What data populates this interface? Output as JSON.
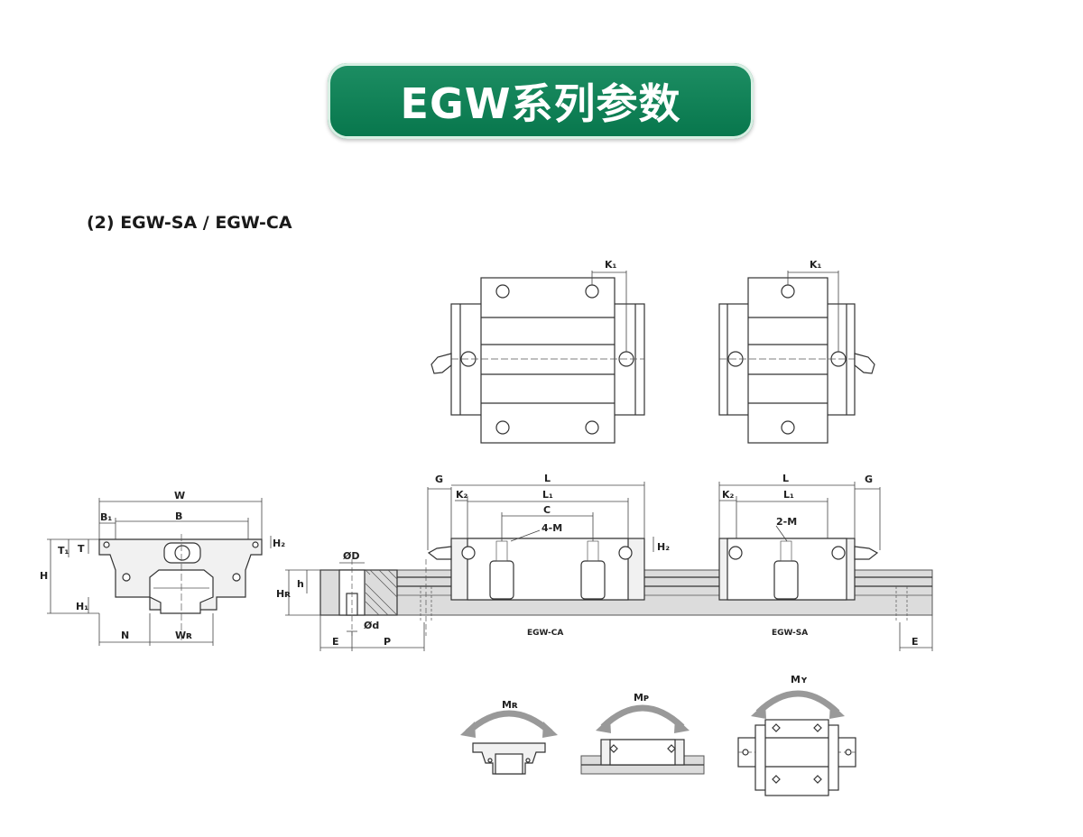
{
  "banner": {
    "title": "EGW系列参数"
  },
  "subtitle": "(2) EGW-SA / EGW-CA",
  "labels": {
    "K1": "K₁",
    "W": "W",
    "B1": "B₁",
    "B": "B",
    "T1": "T₁",
    "T": "T",
    "H2": "H₂",
    "H": "H",
    "H1": "H₁",
    "N": "N",
    "WR": "Wʀ",
    "phiD": "ØD",
    "h": "h",
    "HR": "Hʀ",
    "phid": "Ød",
    "E": "E",
    "P": "P",
    "G": "G",
    "K2": "K₂",
    "L": "L",
    "L1": "L₁",
    "C": "C",
    "fourM": "4-M",
    "twoM": "2-M",
    "MR": "Mʀ",
    "MP": "Mᴘ",
    "MY": "Mʏ"
  },
  "captions": {
    "ca": "EGW-CA",
    "sa": "EGW-SA"
  }
}
